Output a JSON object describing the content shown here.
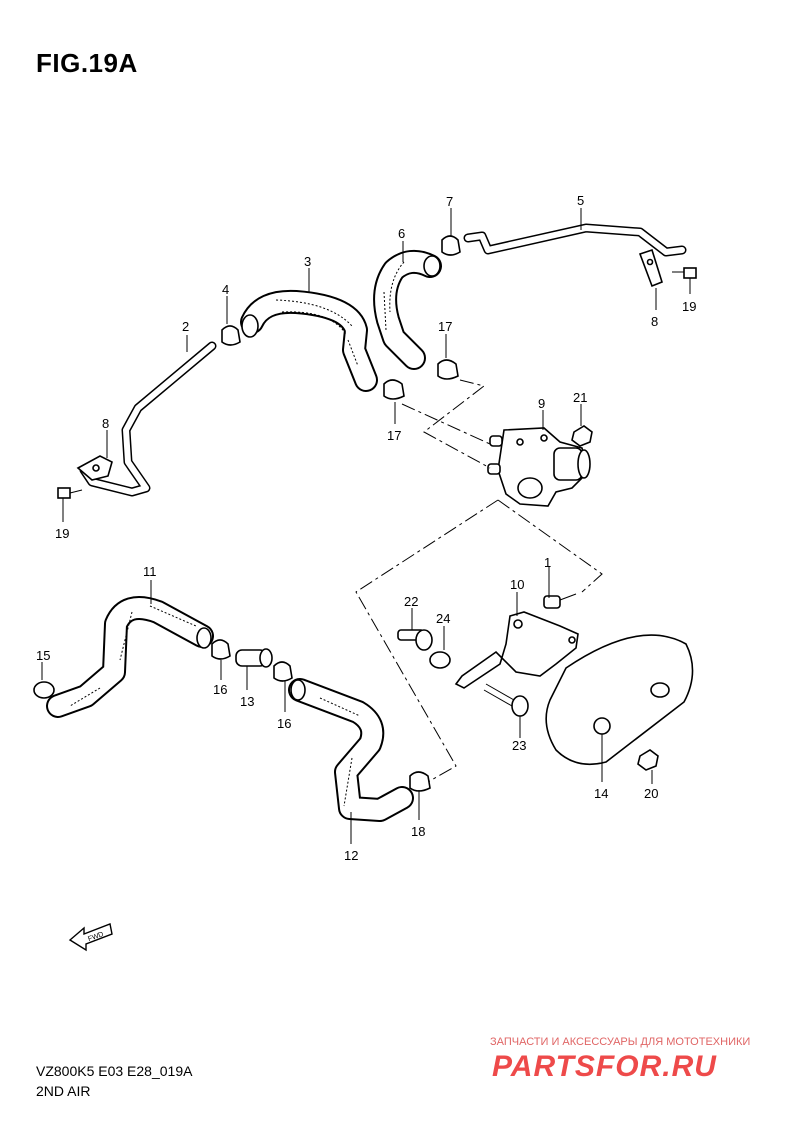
{
  "figure": {
    "title": "FIG.19A",
    "model_code": "VZ800K5 E03 E28_019A",
    "name": "2ND AIR"
  },
  "fwd_label": "FWD",
  "watermark": {
    "tagline": "ЗАПЧАСТИ И АКСЕССУАРЫ ДЛЯ МОТОТЕХНИКИ",
    "logo": "PARTSFOR.RU"
  },
  "callouts": {
    "c1": "1",
    "c2": "2",
    "c3": "3",
    "c4": "4",
    "c5": "5",
    "c6": "6",
    "c7": "7",
    "c8a": "8",
    "c8b": "8",
    "c9": "9",
    "c10": "10",
    "c11": "11",
    "c12": "12",
    "c13": "13",
    "c14": "14",
    "c15": "15",
    "c16a": "16",
    "c16b": "16",
    "c17a": "17",
    "c17b": "17",
    "c18": "18",
    "c19a": "19",
    "c19b": "19",
    "c20": "20",
    "c21": "21",
    "c22": "22",
    "c23": "23",
    "c24": "24"
  }
}
